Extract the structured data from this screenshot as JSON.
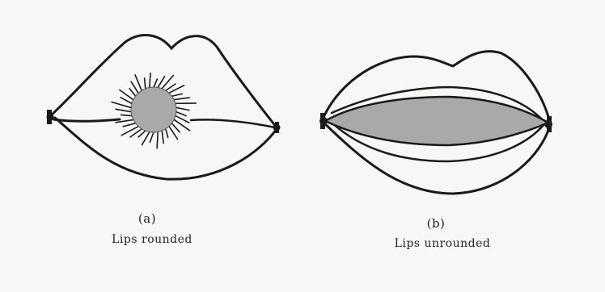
{
  "figures": [
    {
      "id": "a",
      "panel_label": "(a)",
      "caption": "Lips rounded"
    },
    {
      "id": "b",
      "panel_label": "(b)",
      "caption": "Lips unrounded"
    }
  ],
  "colors": {
    "ink": "#1a1a1a",
    "shading": "#a9a9a9",
    "background": "#f7f7f5"
  }
}
